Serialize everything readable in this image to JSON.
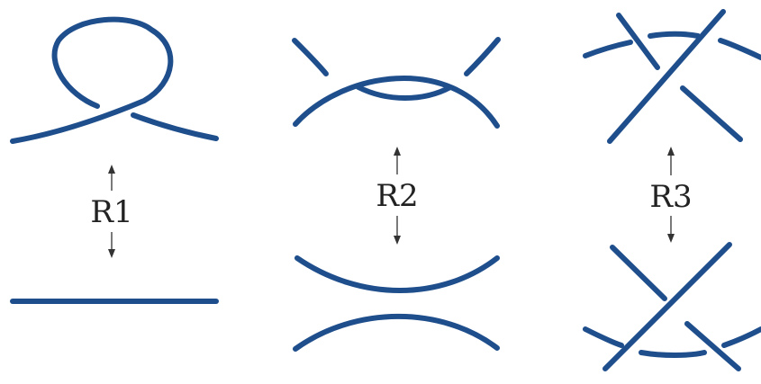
{
  "diagram": {
    "strand_color": "#1f4e8c",
    "arrow_color": "#333333",
    "moves": [
      {
        "label": "R1"
      },
      {
        "label": "R2"
      },
      {
        "label": "R3"
      }
    ]
  }
}
